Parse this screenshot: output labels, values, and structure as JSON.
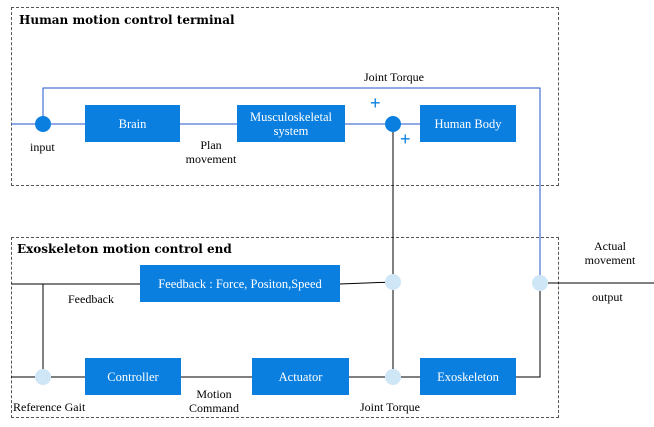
{
  "panels": {
    "human": {
      "title": "Human motion control terminal"
    },
    "exo": {
      "title": "Exoskeleton motion control end"
    }
  },
  "blocks": {
    "brain": "Brain",
    "musculoskeletal_line1": "Musculoskeletal",
    "musculoskeletal_line2": "system",
    "human_body": "Human Body",
    "feedback_block": "Feedback : Force, Positon,Speed",
    "controller": "Controller",
    "actuator": "Actuator",
    "exoskeleton": "Exoskeleton"
  },
  "labels": {
    "joint_torque_top": "Joint Torque",
    "input": "input",
    "plan_line1": "Plan",
    "plan_line2": "movement",
    "actual_line1": "Actual",
    "actual_line2": "movement",
    "output": "output",
    "feedback": "Feedback",
    "reference_gait": "Reference Gait",
    "motion_line1": "Motion",
    "motion_line2": "Command",
    "joint_torque_bottom": "Joint Torque",
    "plus_top": "+",
    "plus_bottom": "+"
  },
  "colors": {
    "block": "#0a7fe0",
    "node_dark": "#0a7fe0",
    "node_light": "#cfe6f7",
    "line_blue": "#2255cc",
    "line_black": "#000000"
  }
}
